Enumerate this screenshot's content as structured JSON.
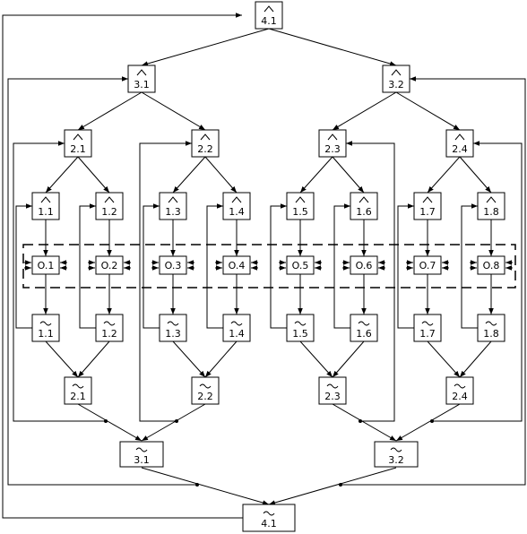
{
  "diagram": {
    "top_nodes": [
      {
        "symbol": "^",
        "label": "4.1"
      },
      {
        "symbol": "^",
        "label": "3.1"
      },
      {
        "symbol": "^",
        "label": "3.2"
      },
      {
        "symbol": "^",
        "label": "2.1"
      },
      {
        "symbol": "^",
        "label": "2.2"
      },
      {
        "symbol": "^",
        "label": "2.3"
      },
      {
        "symbol": "^",
        "label": "2.4"
      },
      {
        "symbol": "^",
        "label": "1.1"
      },
      {
        "symbol": "^",
        "label": "1.2"
      },
      {
        "symbol": "^",
        "label": "1.3"
      },
      {
        "symbol": "^",
        "label": "1.4"
      },
      {
        "symbol": "^",
        "label": "1.5"
      },
      {
        "symbol": "^",
        "label": "1.6"
      },
      {
        "symbol": "^",
        "label": "1.7"
      },
      {
        "symbol": "^",
        "label": "1.8"
      }
    ],
    "operators": [
      "O.1",
      "O.2",
      "O.3",
      "O.4",
      "O.5",
      "O.6",
      "O.7",
      "O.8"
    ],
    "bottom_nodes": [
      {
        "symbol": "~",
        "label": "1.1"
      },
      {
        "symbol": "~",
        "label": "1.2"
      },
      {
        "symbol": "~",
        "label": "1.3"
      },
      {
        "symbol": "~",
        "label": "1.4"
      },
      {
        "symbol": "~",
        "label": "1.5"
      },
      {
        "symbol": "~",
        "label": "1.6"
      },
      {
        "symbol": "~",
        "label": "1.7"
      },
      {
        "symbol": "~",
        "label": "1.8"
      },
      {
        "symbol": "~",
        "label": "2.1"
      },
      {
        "symbol": "~",
        "label": "2.2"
      },
      {
        "symbol": "~",
        "label": "2.3"
      },
      {
        "symbol": "~",
        "label": "2.4"
      },
      {
        "symbol": "~",
        "label": "3.1"
      },
      {
        "symbol": "~",
        "label": "3.2"
      },
      {
        "symbol": "~",
        "label": "4.1"
      }
    ]
  }
}
